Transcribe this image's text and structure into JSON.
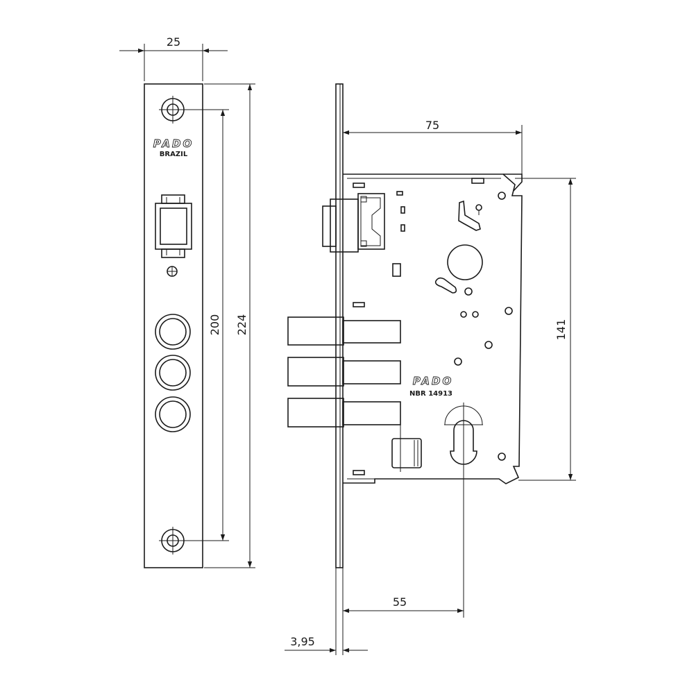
{
  "dimensions": {
    "faceplate_width": "25",
    "screw_spacing": "200",
    "faceplate_length": "224",
    "backset": "75",
    "body_height": "141",
    "cylinder_center": "55",
    "faceplate_thickness": "3,95"
  },
  "faceplate_markings": {
    "brand": "PADO",
    "origin": "BRAZIL"
  },
  "case_markings": {
    "brand": "PADO",
    "standard": "NBR 14913"
  }
}
